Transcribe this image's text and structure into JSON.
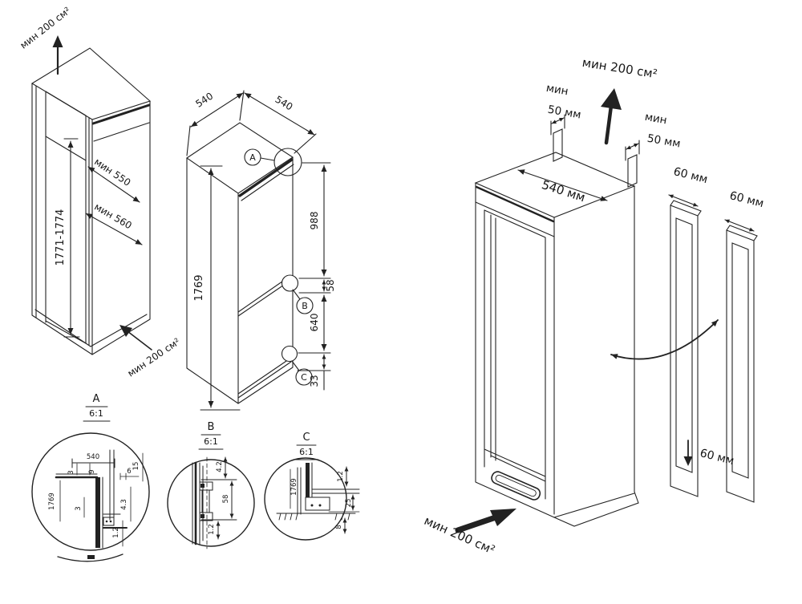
{
  "left_cabinet": {
    "vent_top": "мин 200 см²",
    "depth_min_inner": "мин 550",
    "depth_min_outer": "мин 560",
    "height_range": "1771-1774",
    "vent_bottom": "мин 200 см²"
  },
  "fridge": {
    "width_top": "540",
    "depth_top": "540",
    "height": "1769",
    "dim_988": "988",
    "dim_58": "58",
    "dim_640": "640",
    "dim_33": "33",
    "callout_a": "A",
    "callout_b": "B",
    "callout_c": "C"
  },
  "detail_a": {
    "label": "A",
    "scale": "6:1",
    "dim_540": "540",
    "dim_3_top": "3",
    "dim_9": "9",
    "dim_6": "6",
    "dim_15": "15",
    "dim_1769": "1769",
    "dim_3_mid": "3",
    "dim_4_3": "4.3",
    "dim_1_2": "1.2"
  },
  "detail_b": {
    "label": "B",
    "scale": "6:1",
    "dim_4_2": "4.2",
    "dim_58": "58",
    "dim_1_2": "1.2"
  },
  "detail_c": {
    "label": "C",
    "scale": "6:1",
    "dim_1769": "1769",
    "dim_1_2": "1.2",
    "dim_25": "25",
    "dim_8": "8"
  },
  "install": {
    "vent_top": "мин 200 см²",
    "gap_left_word": "мин",
    "gap_left_value": "50 мм",
    "gap_right_word": "мин",
    "gap_right_value": "50 мм",
    "width_540": "540 мм",
    "panel1_60": "60 мм",
    "panel2_60": "60 мм",
    "panel_bottom_60": "60 мм",
    "vent_bottom": "мин 200 см²"
  },
  "colors": {
    "line": "#222222",
    "ink": "#161616",
    "bg": "#ffffff"
  }
}
